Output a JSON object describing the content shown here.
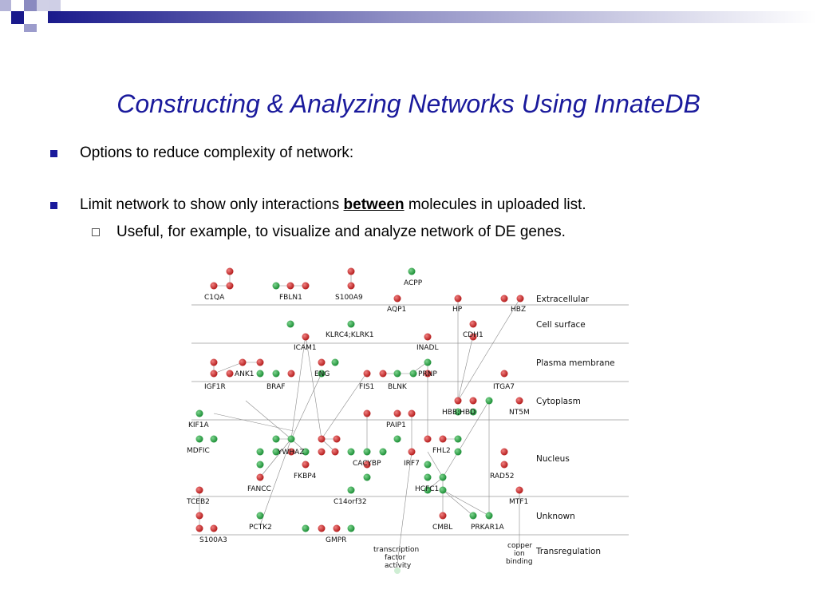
{
  "slide": {
    "title": "Constructing & Analyzing Networks Using InnateDB",
    "bullets": [
      "Options to reduce complexity of network:",
      "Limit network to show only interactions ",
      "between",
      " molecules in uploaded list."
    ],
    "sub_bullet": "Useful, for example, to visualize and analyze network of DE genes."
  },
  "network": {
    "lanes": [
      "Extracellular",
      "Cell surface",
      "Plasma membrane",
      "Cytoplasm",
      "Nucleus",
      "Unknown",
      "Transregulation"
    ],
    "node_labels": [
      "C1QA",
      "FBLN1",
      "S100A9",
      "ACPP",
      "AQP1",
      "HP",
      "HBZ",
      "KLRC4;KLRK1",
      "ICAM1",
      "INADL",
      "CDH1",
      "ANK1",
      "ENG",
      "IGF1R",
      "BRAF",
      "FIS1",
      "BLNK",
      "PRNP",
      "ITGA7",
      "HBB;HBD",
      "NT5M",
      "KIF1A",
      "PAIP1",
      "MDFIC",
      "YWHAZ",
      "FHL2",
      "CACYBP",
      "IRF7",
      "FANCC",
      "FKBP4",
      "RAD52",
      "HCFC1",
      "TCEB2",
      "C14orf32",
      "MTF1",
      "PCTK2",
      "CMBL",
      "PRKAR1A",
      "S100A3",
      "GMPR"
    ],
    "annotation_transcription": [
      "transcription",
      "factor",
      "activity"
    ],
    "annotation_copper": [
      "copper",
      "ion",
      "binding"
    ],
    "colors": {
      "upregulated": "#c0201e",
      "downregulated": "#1f8f3a",
      "accent": "#1a1a9c"
    }
  }
}
